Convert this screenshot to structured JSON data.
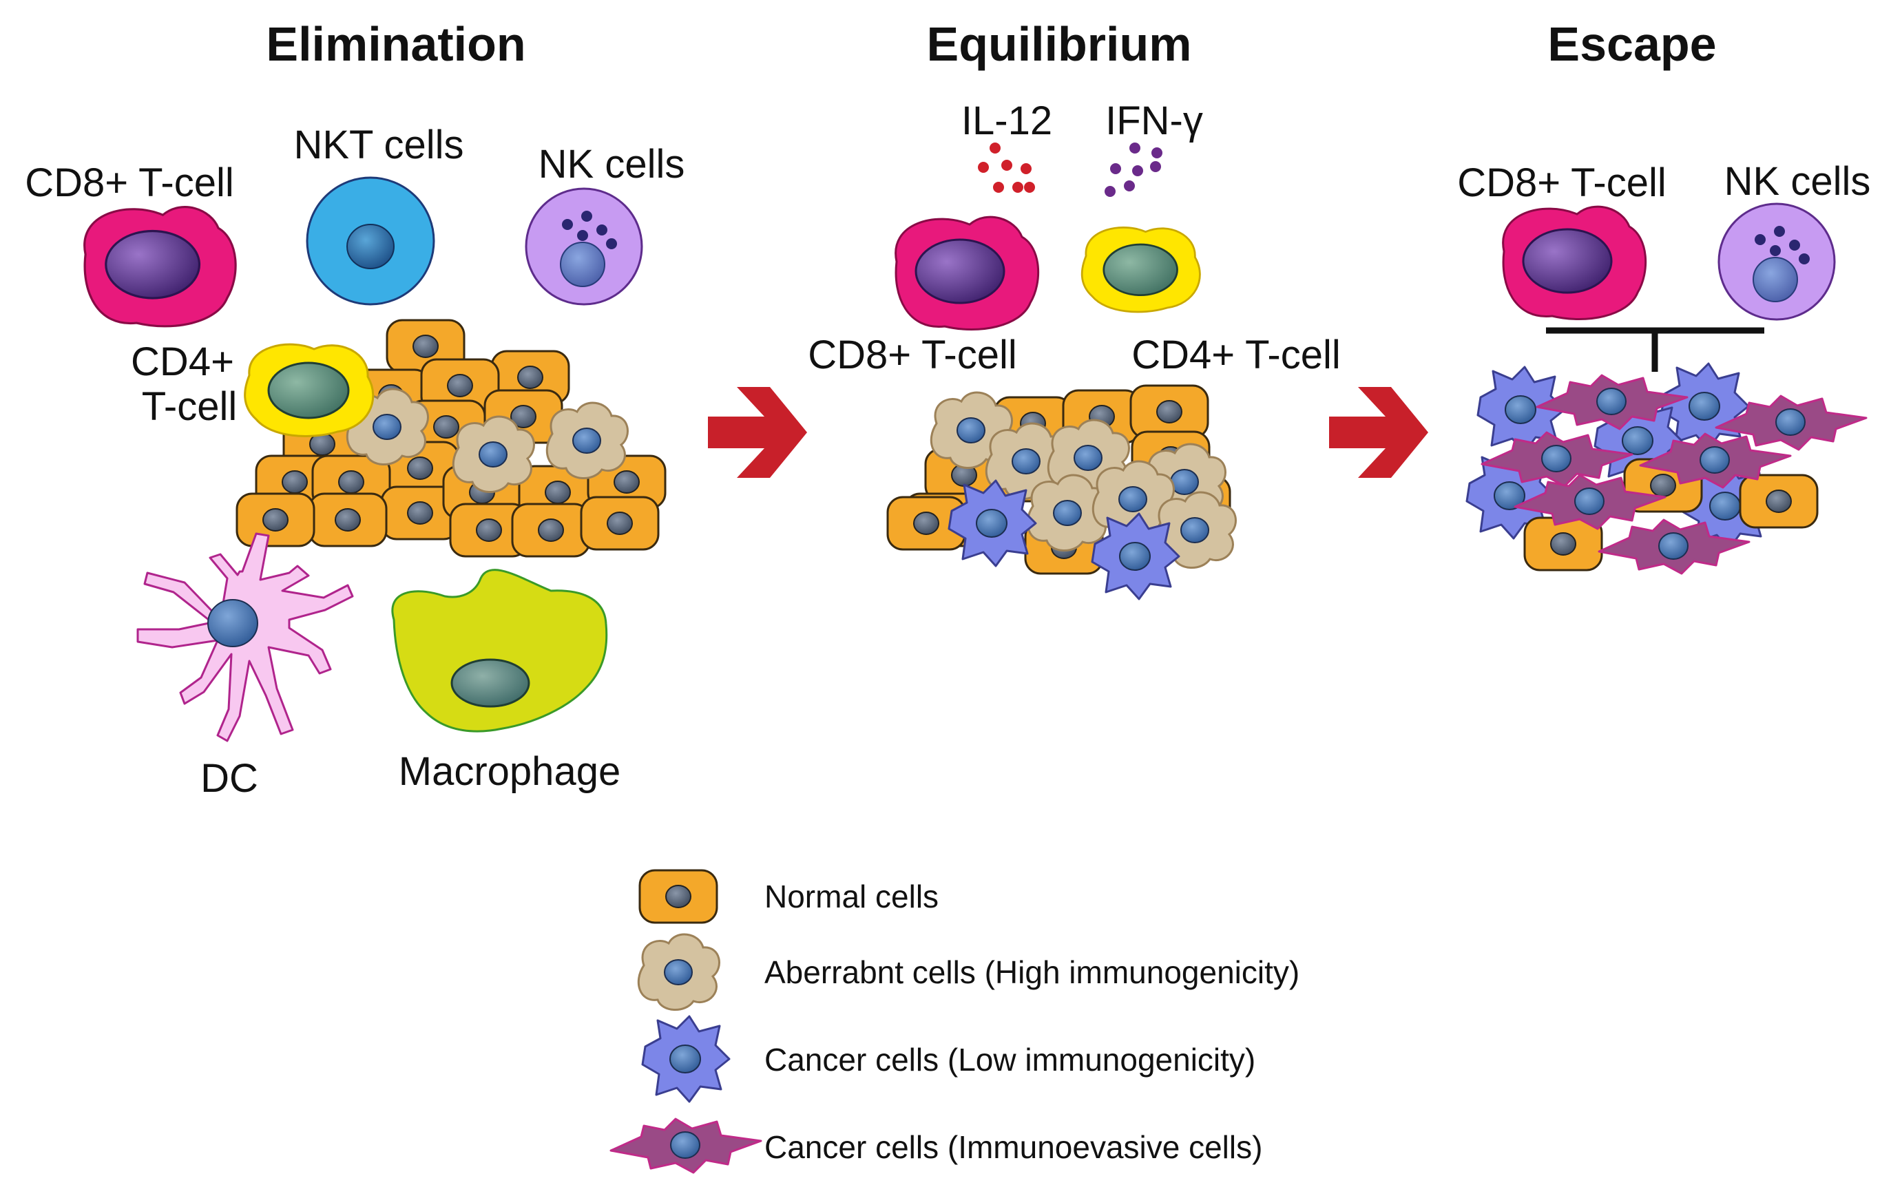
{
  "stages": {
    "elimination": "Elimination",
    "equilibrium": "Equilibrium",
    "escape": "Escape"
  },
  "elimination": {
    "cd8_label": "CD8+ T-cell",
    "nkt_label": "NKT cells",
    "nk_label": "NK cells",
    "cd4_label_line1": "CD4+",
    "cd4_label_line2": "T-cell",
    "dc_label": "DC",
    "macrophage_label": "Macrophage"
  },
  "equilibrium": {
    "il12_label": "IL-12",
    "ifn_label": "IFN-γ",
    "cd8_label": "CD8+ T-cell",
    "cd4_label": "CD4+ T-cell"
  },
  "escape": {
    "cd8_label": "CD8+ T-cell",
    "nk_label": "NK cells"
  },
  "legend": {
    "normal": "Normal cells",
    "aberrant": "Aberrabnt cells (High immunogenicity)",
    "cancer_low": "Cancer cells (Low immunogenicity)",
    "cancer_evasive": "Cancer cells (Immunoevasive cells)"
  },
  "colors": {
    "normal_fill": "#f4a82a",
    "aberrant_fill": "#d4c2a0",
    "cancer_low_fill": "#7c86e8",
    "cancer_evasive_fill": "#9a4a86",
    "cd8_fill": "#e8197c",
    "cd4_fill": "#ffe600",
    "nkt_fill": "#3aaee6",
    "nk_fill": "#c79bf2",
    "dc_fill": "#f8c8f0",
    "macrophage_fill": "#d6dc14",
    "arrow": "#c8202a",
    "il12_dots": "#d0202a",
    "ifn_dots": "#6a2a8a"
  },
  "icons": {
    "transition_arrow": "chevron-arrow-right",
    "inhibition": "t-bar-inhibition"
  }
}
